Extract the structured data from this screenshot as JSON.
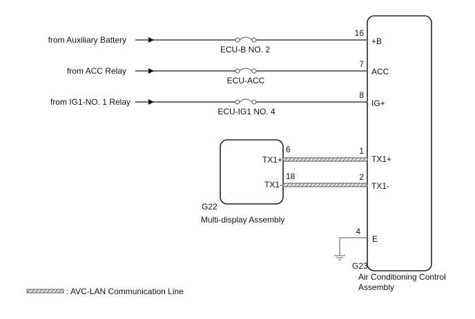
{
  "inputs": [
    {
      "source": "from Auxiliary Battery",
      "fuse": "ECU-B NO. 2",
      "pin": "16",
      "terminal": "+B"
    },
    {
      "source": "from ACC Relay",
      "fuse": "ECU-ACC",
      "pin": "7",
      "terminal": "ACC"
    },
    {
      "source": "from IG1-NO. 1 Relay",
      "fuse": "ECU-IG1 NO. 4",
      "pin": "8",
      "terminal": "IG+"
    }
  ],
  "multi_display": {
    "code": "G22",
    "name": "Multi-display Assembly",
    "terminals": [
      {
        "label": "TX1+",
        "pin": "6"
      },
      {
        "label": "TX1-",
        "pin": "18"
      }
    ]
  },
  "ac_control": {
    "code": "G23",
    "name_line1": "Air Conditioning Control",
    "name_line2": "Assembly",
    "comm_terminals": [
      {
        "label": "TX1+",
        "pin": "1"
      },
      {
        "label": "TX1-",
        "pin": "2"
      }
    ],
    "ground_terminal": {
      "label": "E",
      "pin": "4"
    }
  },
  "legend": {
    "label": ": AVC-LAN Communication Line"
  }
}
